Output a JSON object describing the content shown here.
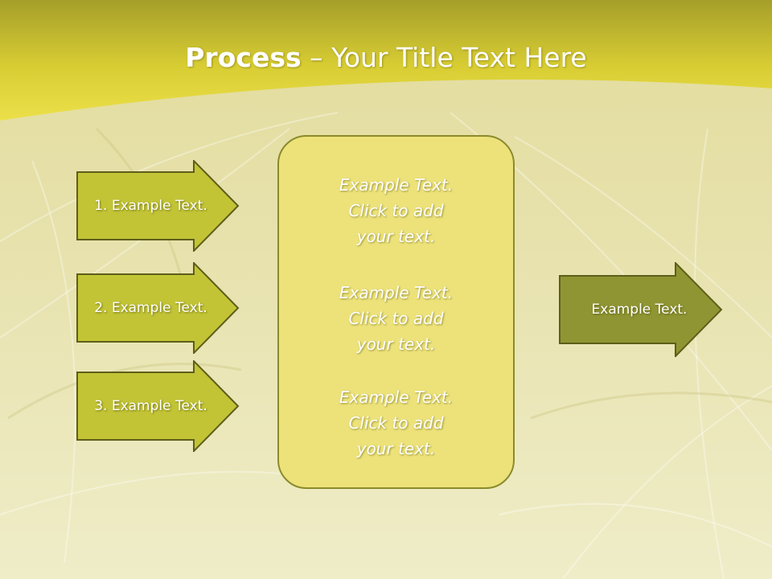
{
  "slide": {
    "title_bold": "Process",
    "title_rest": " – Your Title Text Here"
  },
  "inputs": [
    {
      "label": "1. Example Text."
    },
    {
      "label": "2. Example Text."
    },
    {
      "label": "3. Example Text."
    }
  ],
  "center_box": {
    "blocks": [
      {
        "line1": "Example Text.",
        "line2": "Click  to add",
        "line3": "your text."
      },
      {
        "line1": "Example Text.",
        "line2": "Click  to add",
        "line3": "your text."
      },
      {
        "line1": "Example Text.",
        "line2": "Click  to add",
        "line3": "your text."
      }
    ]
  },
  "output": {
    "label": "Example Text."
  },
  "colors": {
    "header_band": "#c9bf2c",
    "input_arrow_fill": "#c2c435",
    "output_arrow_fill": "#8f9532",
    "arrow_border": "#5e5e1a",
    "center_box_fill": "#ede27a"
  }
}
